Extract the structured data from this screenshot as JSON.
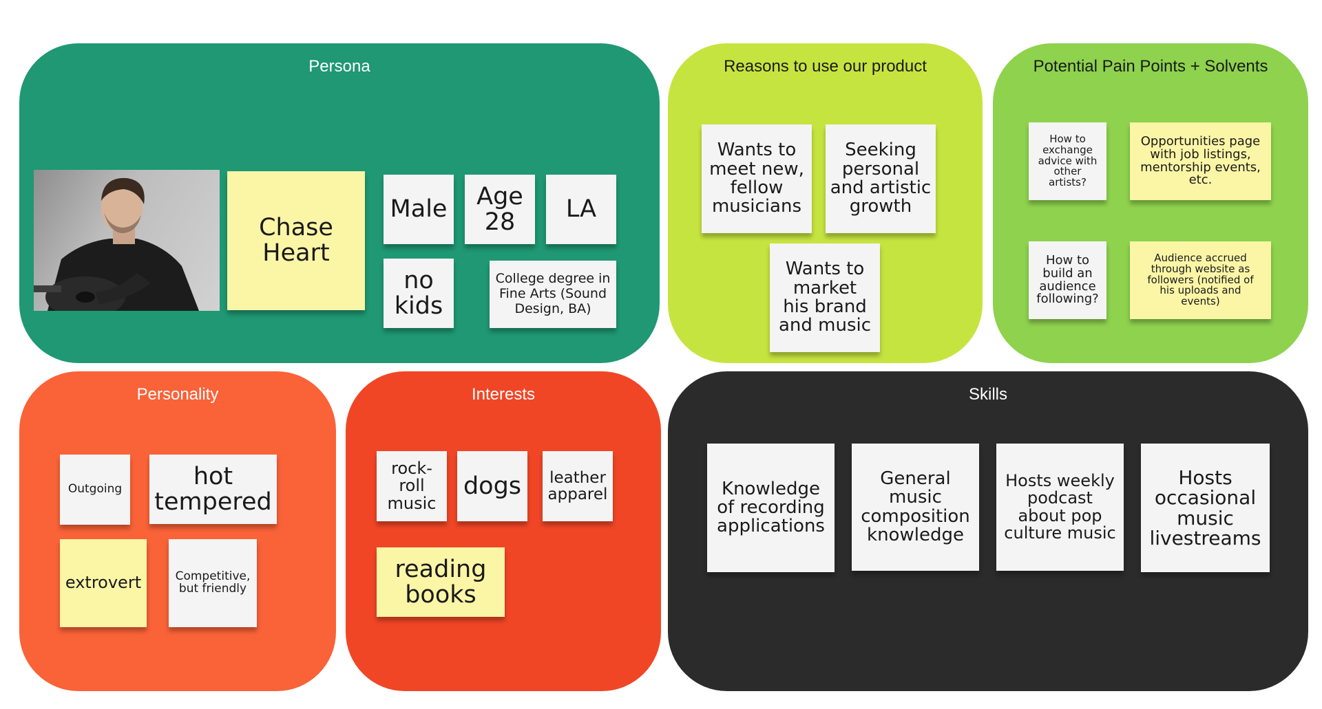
{
  "colors": {
    "persona": "#1f9873",
    "reasons": "#c6e43f",
    "pain_points": "#8ed24e",
    "personality": "#fa6238",
    "interests": "#f04626",
    "skills": "#2b2b2b",
    "note_white": "#f4f4f4",
    "note_yellow": "#fbf5a6"
  },
  "persona": {
    "title": "Persona",
    "photo_icon": "man-with-guitar-photo",
    "name": "Chase\nHeart",
    "gender": "Male",
    "age": "Age\n28",
    "location": "LA",
    "kids": "no\nkids",
    "education": "College degree in\nFine Arts (Sound\nDesign, BA)"
  },
  "reasons": {
    "title": "Reasons to use our product",
    "items": [
      "Wants to\nmeet new,\nfellow\nmusicians",
      "Seeking\npersonal\nand artistic\ngrowth",
      "Wants to\nmarket\nhis brand\nand music"
    ]
  },
  "pain_points": {
    "title": "Potential Pain Points + Solvents",
    "pain_1": "How to\nexchange\nadvice with\nother\nartists?",
    "solvent_1": "Opportunities page\nwith job listings,\nmentorship events,\netc.",
    "pain_2": "How to\nbuild an\naudience\nfollowing?",
    "solvent_2": "Audience accrued\nthrough website as\nfollowers (notified of\nhis uploads and\nevents)"
  },
  "personality": {
    "title": "Personality",
    "items": [
      "Outgoing",
      "hot\ntempered",
      "extrovert",
      "Competitive,\nbut friendly"
    ]
  },
  "interests": {
    "title": "Interests",
    "items": [
      "rock-\nroll\nmusic",
      "dogs",
      "leather\napparel",
      "reading\nbooks"
    ]
  },
  "skills": {
    "title": "Skills",
    "items": [
      "Knowledge\nof recording\napplications",
      "General\nmusic\ncomposition\nknowledge",
      "Hosts weekly\npodcast\nabout pop\nculture music",
      "Hosts\noccasional\nmusic\nlivestreams"
    ]
  }
}
